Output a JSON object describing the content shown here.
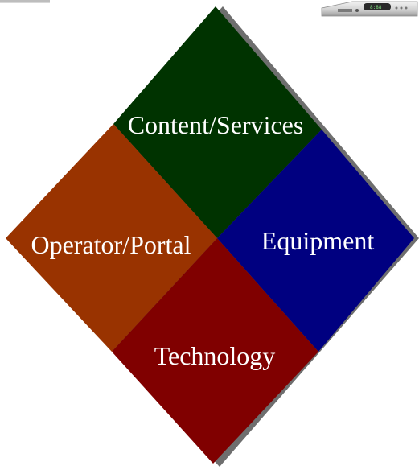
{
  "diagram": {
    "quadrants": [
      {
        "id": "content",
        "label": "Content/Services",
        "color": "#003300"
      },
      {
        "id": "equipment",
        "label": "Equipment",
        "color": "#000080"
      },
      {
        "id": "operator",
        "label": "Operator/Portal",
        "color": "#993300"
      },
      {
        "id": "technology",
        "label": "Technology",
        "color": "#800000"
      }
    ],
    "shadow_color": "#6e6e6e"
  },
  "images": {
    "device_thumbnail": "set-top-box-photo",
    "corner_thumbnail": "cropped-photo"
  }
}
